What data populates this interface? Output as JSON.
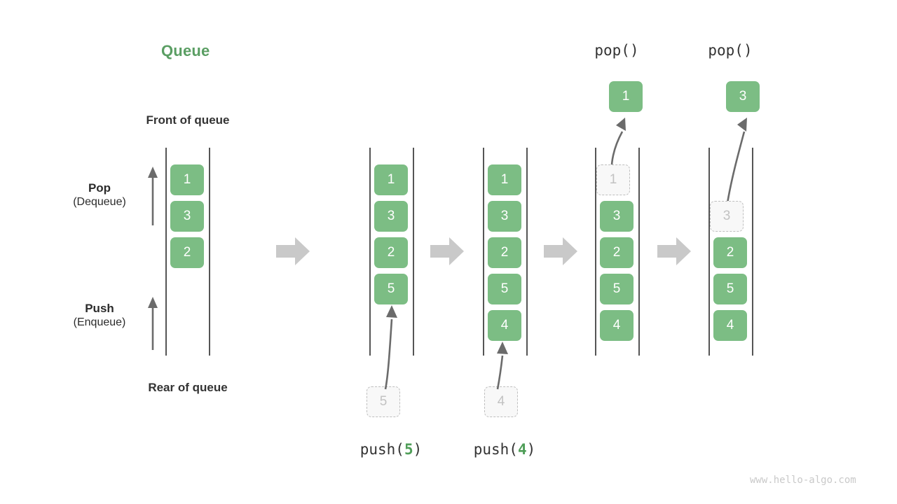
{
  "title": "Queue",
  "labels": {
    "front_of_queue": "Front of queue",
    "rear_of_queue": "Rear of queue",
    "pop_name": "Pop",
    "pop_alias": "(Dequeue)",
    "push_name": "Push",
    "push_alias": "(Enqueue)"
  },
  "colors": {
    "accent_green": "#7cbd84",
    "title_green": "#5a9e63",
    "value_green": "#4f9e58",
    "rail_gray": "#555555",
    "ghost_border": "#bfbfbf",
    "ghost_fill": "#f8f8f8",
    "ghost_text": "#c2c2c2",
    "arrow_gray": "#c9c9c9",
    "curve_arrow_gray": "#6b6b6b",
    "text_dark": "#333333",
    "watermark": "#c9c9c9"
  },
  "columns": [
    {
      "id": "initial",
      "caption": "",
      "caption_value": "",
      "cells": [
        {
          "value": "1",
          "ghost": false
        },
        {
          "value": "3",
          "ghost": false
        },
        {
          "value": "2",
          "ghost": false
        }
      ],
      "incoming": null,
      "popped": null
    },
    {
      "id": "push-5",
      "caption_prefix": "push(",
      "caption_value": "5",
      "caption_suffix": ")",
      "cells": [
        {
          "value": "1",
          "ghost": false
        },
        {
          "value": "3",
          "ghost": false
        },
        {
          "value": "2",
          "ghost": false
        },
        {
          "value": "5",
          "ghost": false
        }
      ],
      "incoming": {
        "value": "5",
        "ghost": true
      },
      "popped": null
    },
    {
      "id": "push-4",
      "caption_prefix": "push(",
      "caption_value": "4",
      "caption_suffix": ")",
      "cells": [
        {
          "value": "1",
          "ghost": false
        },
        {
          "value": "3",
          "ghost": false
        },
        {
          "value": "2",
          "ghost": false
        },
        {
          "value": "5",
          "ghost": false
        },
        {
          "value": "4",
          "ghost": false
        }
      ],
      "incoming": {
        "value": "4",
        "ghost": true
      },
      "popped": null
    },
    {
      "id": "pop-1",
      "caption_prefix": "pop(",
      "caption_value": "",
      "caption_suffix": ")",
      "cells": [
        {
          "value": "1",
          "ghost": true
        },
        {
          "value": "3",
          "ghost": false
        },
        {
          "value": "2",
          "ghost": false
        },
        {
          "value": "5",
          "ghost": false
        },
        {
          "value": "4",
          "ghost": false
        }
      ],
      "incoming": null,
      "popped": {
        "value": "1",
        "ghost": false
      }
    },
    {
      "id": "pop-3",
      "caption_prefix": "pop(",
      "caption_value": "",
      "caption_suffix": ")",
      "cells": [
        {
          "value": "3",
          "ghost": true
        },
        {
          "value": "2",
          "ghost": false
        },
        {
          "value": "5",
          "ghost": false
        },
        {
          "value": "4",
          "ghost": false
        }
      ],
      "cells_start_slot": 1,
      "incoming": null,
      "popped": {
        "value": "3",
        "ghost": false
      }
    }
  ],
  "transition_arrows": 4,
  "watermark": "www.hello-algo.com"
}
